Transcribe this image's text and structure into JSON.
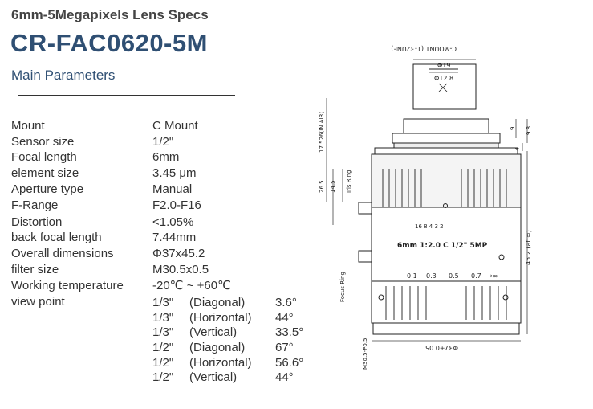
{
  "header": {
    "subtitle": "6mm-5Megapixels Lens Specs",
    "model": "CR-FAC0620-5M",
    "section": "Main Parameters"
  },
  "params": [
    {
      "label": "Mount",
      "value": "C Mount"
    },
    {
      "label": "Sensor size",
      "value": "1/2\""
    },
    {
      "label": "Focal length",
      "value": "6mm"
    },
    {
      "label": "element size",
      "value": "3.45 μm"
    },
    {
      "label": "Aperture type",
      "value": "Manual"
    },
    {
      "label": "F-Range",
      "value": "F2.0-F16"
    },
    {
      "label": "Distortion",
      "value": "<1.05%"
    },
    {
      "label": "back focal length",
      "value": "7.44mm"
    },
    {
      "label": "Overall dimensions",
      "value": "Φ37x45.2"
    },
    {
      "label": "filter size",
      "value": "M30.5x0.5"
    },
    {
      "label": "Working temperature",
      "value": "-20℃ ~ +60℃"
    },
    {
      "label": "view point",
      "value": ""
    }
  ],
  "view_points": [
    {
      "sensor": "1/3\"",
      "orientation": "(Diagonal)",
      "angle": "3.6°"
    },
    {
      "sensor": "1/3\"",
      "orientation": "(Horizontal)",
      "angle": "44°"
    },
    {
      "sensor": "1/3\"",
      "orientation": "(Vertical)",
      "angle": "33.5°"
    },
    {
      "sensor": "1/2\"",
      "orientation": "(Diagonal)",
      "angle": "67°"
    },
    {
      "sensor": "1/2\"",
      "orientation": "(Horizontal)",
      "angle": "56.6°"
    },
    {
      "sensor": "1/2\"",
      "orientation": "(Vertical)",
      "angle": "44°"
    }
  ],
  "drawing": {
    "cmount": "C-MOUNT (1-32UNF)",
    "phi19": "Φ19",
    "phi12_8": "Φ12.8",
    "d17_526": "17.526(IN AIR)",
    "d9": "9",
    "d9_8": "9.8",
    "d4": "4",
    "d26_5": "26.5",
    "d14_5": "14.5",
    "iris_ring": "Iris Ring",
    "aperture_scale": "16  8  4  3  2",
    "lens_label": "6mm 1:2.0  C  1/2\"  5MP",
    "d45_2": "45.2 (at ∞)",
    "focus_ring": "Focus Ring",
    "focus_scale": [
      "0.1",
      "0.3",
      "0.5",
      "0.7",
      "→∞"
    ],
    "phi37": "Φ37±0.05",
    "m30_5": "M30.5-P0.5"
  }
}
